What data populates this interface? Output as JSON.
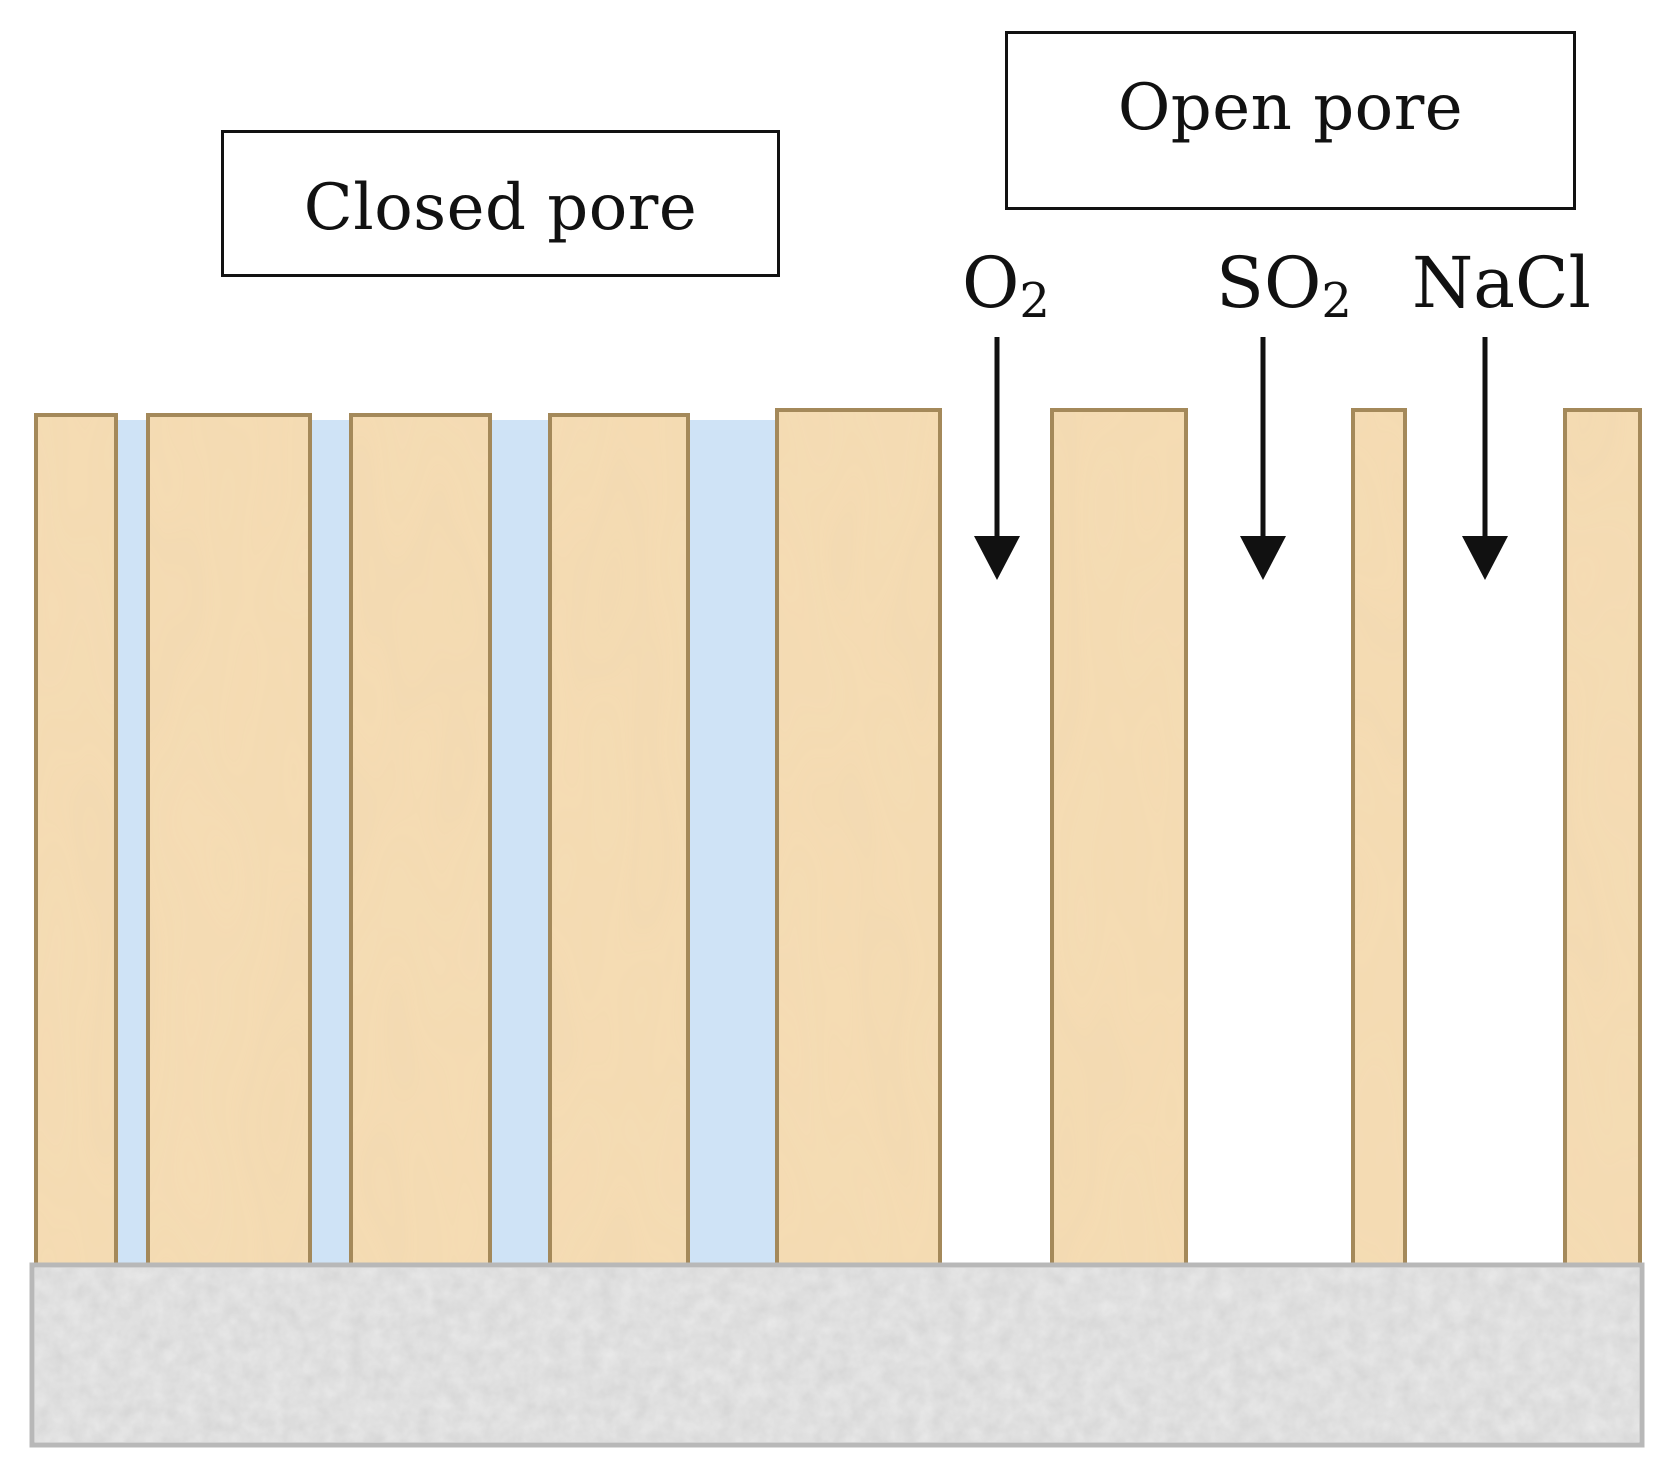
{
  "labels": {
    "closed_pore": "Closed pore",
    "open_pore": "Open pore"
  },
  "species": [
    {
      "base": "O",
      "sub": "2",
      "icon": "down-arrow-icon"
    },
    {
      "base": "SO",
      "sub": "2",
      "icon": "down-arrow-icon"
    },
    {
      "base": "NaCl",
      "sub": "",
      "icon": "down-arrow-icon"
    }
  ],
  "colors": {
    "coating_column_fill": "#f5dcb4",
    "coating_column_stroke": "#a4895a",
    "sealant_fill": "#cfe3f6",
    "substrate_fill": "#eaeaea",
    "substrate_stroke": "#b8b8b8",
    "arrow": "#111111",
    "text": "#111111"
  }
}
